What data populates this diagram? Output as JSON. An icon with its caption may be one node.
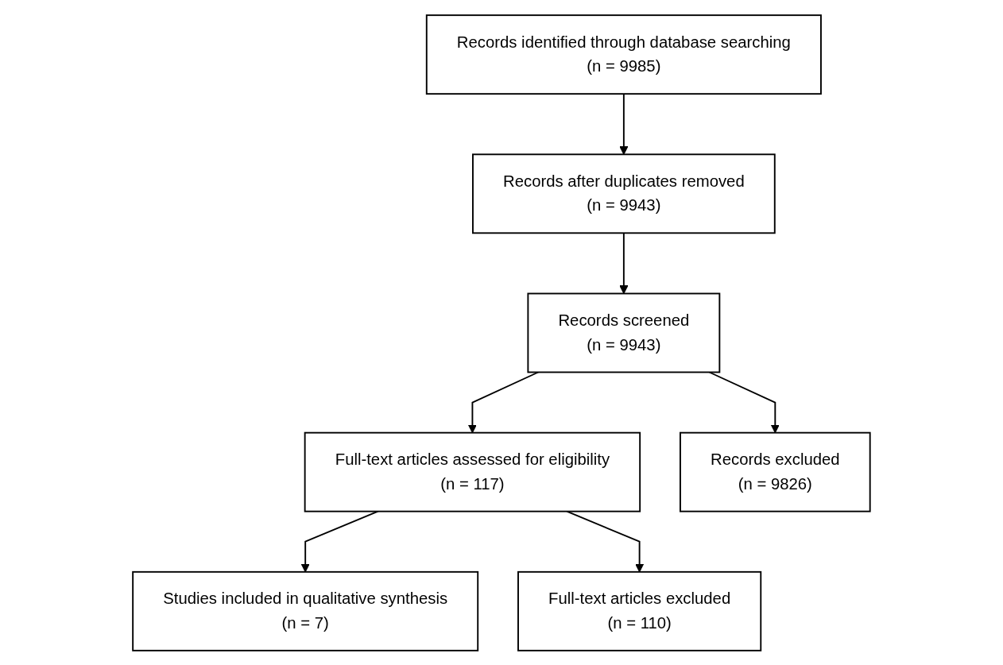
{
  "diagram": {
    "nodes": [
      {
        "text": [
          "Records identified through database searching",
          "(n = 9985)"
        ]
      },
      {
        "text": [
          "Records after duplicates removed",
          "(n = 9943)"
        ]
      },
      {
        "text": [
          "Records screened",
          "(n = 9943)"
        ]
      },
      {
        "text": [
          "Full-text articles assessed for eligibility",
          "(n = 117)"
        ]
      },
      {
        "text": [
          "Records excluded",
          "(n = 9826)"
        ]
      },
      {
        "text": [
          "Studies included in qualitative synthesis",
          "(n = 7)"
        ]
      },
      {
        "text": [
          "Full-text articles excluded",
          "(n = 110)"
        ]
      }
    ],
    "edges": [
      {
        "from": 0,
        "to": 1,
        "arrow": "to"
      },
      {
        "from": 1,
        "to": 2,
        "arrow": "to"
      },
      {
        "from": 2,
        "to": 3,
        "arrow": "to"
      },
      {
        "from": 2,
        "to": 4,
        "arrow": "to"
      },
      {
        "from": 3,
        "to": 5,
        "arrow": "to"
      },
      {
        "from": 3,
        "to": 6,
        "arrow": "to"
      }
    ]
  }
}
